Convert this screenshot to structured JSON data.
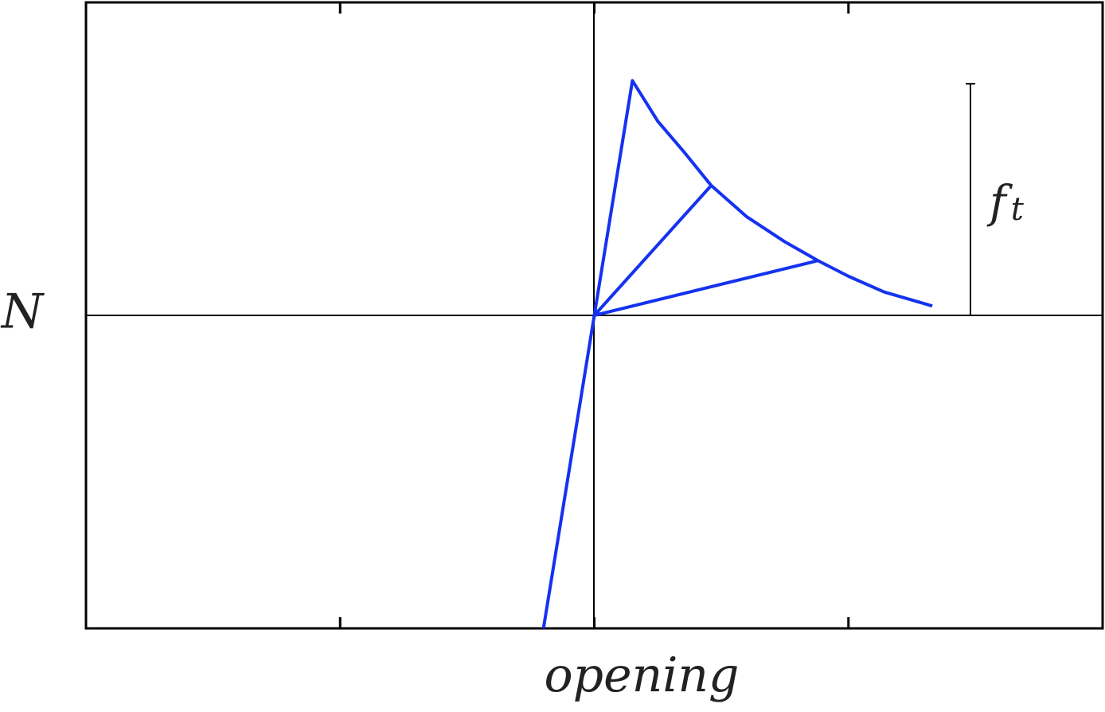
{
  "chart_data": {
    "type": "line",
    "title": "",
    "xlabel": "opening",
    "ylabel": "N",
    "xlim": [
      -2,
      2
    ],
    "ylim": [
      -1,
      1
    ],
    "grid": false,
    "xticks": [
      -1,
      0,
      1
    ],
    "series": [
      {
        "values": [
          [
            -0.2,
            -1.0
          ],
          [
            0.15,
            0.75
          ],
          [
            0.25,
            0.62
          ],
          [
            0.35,
            0.525
          ],
          [
            0.46,
            0.415
          ],
          [
            0.6,
            0.315
          ],
          [
            0.75,
            0.235
          ],
          [
            0.88,
            0.175
          ],
          [
            1.0,
            0.125
          ],
          [
            1.14,
            0.075
          ],
          [
            1.33,
            0.03
          ]
        ]
      },
      {
        "values": [
          [
            0,
            0
          ],
          [
            0.46,
            0.415
          ]
        ]
      },
      {
        "values": [
          [
            0,
            0
          ],
          [
            0.88,
            0.175
          ]
        ]
      }
    ],
    "annotations": [
      {
        "text": "f",
        "subscript": "t",
        "range": [
          0,
          0.74
        ],
        "x": 1.48
      }
    ],
    "colors": {
      "curve": "#1432f0",
      "axes": "#000000",
      "text": "#222222"
    }
  }
}
